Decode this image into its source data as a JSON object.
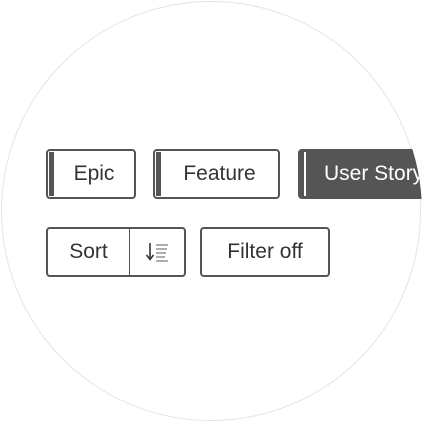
{
  "type_chips": [
    {
      "label": "Epic",
      "selected": false
    },
    {
      "label": "Feature",
      "selected": false
    },
    {
      "label": "User Story",
      "selected": true
    }
  ],
  "sort_button": {
    "label": "Sort",
    "icon": "sort-descending-icon"
  },
  "filter_button": {
    "label": "Filter off"
  },
  "colors": {
    "border": "#555555",
    "text": "#333333",
    "selected_bg": "#555555",
    "selected_text": "#ffffff",
    "circle_border": "#e4e4e4"
  }
}
